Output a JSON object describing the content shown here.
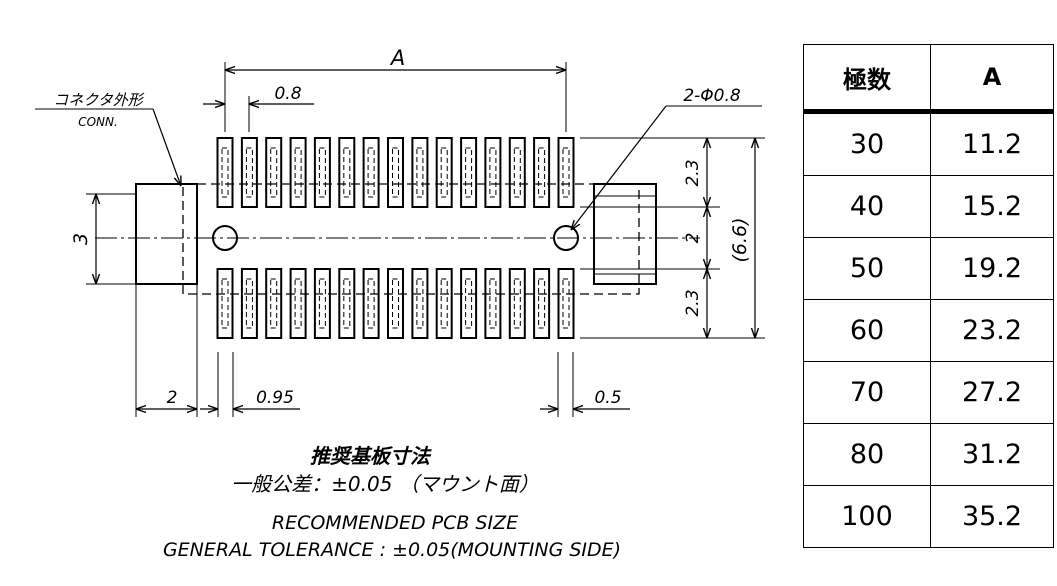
{
  "drawing": {
    "dims": {
      "a": "A",
      "pitch": "0.8",
      "hole": "2-Φ0.8",
      "height3": "3",
      "row_h_top": "2.3",
      "center_gap": "2",
      "row_h_bottom": "2.3",
      "overall_h": "(6.6)",
      "left_2": "2",
      "pad_095": "0.95",
      "right_05": "0.5"
    },
    "conn_label_jp": "コネクタ外形",
    "conn_label_en": "CONN.",
    "caption": {
      "jp_title": "推奨基板寸法",
      "jp_tolerance": "一般公差：±0.05 （マウント面）",
      "en_title": "RECOMMENDED PCB SIZE",
      "en_tolerance": "GENERAL TOLERANCE : ±0.05(MOUNTING SIDE)"
    }
  },
  "table": {
    "headers": [
      "極数",
      "A"
    ],
    "rows": [
      [
        "30",
        "11.2"
      ],
      [
        "40",
        "15.2"
      ],
      [
        "50",
        "19.2"
      ],
      [
        "60",
        "23.2"
      ],
      [
        "70",
        "27.2"
      ],
      [
        "80",
        "31.2"
      ],
      [
        "100",
        "35.2"
      ]
    ]
  }
}
